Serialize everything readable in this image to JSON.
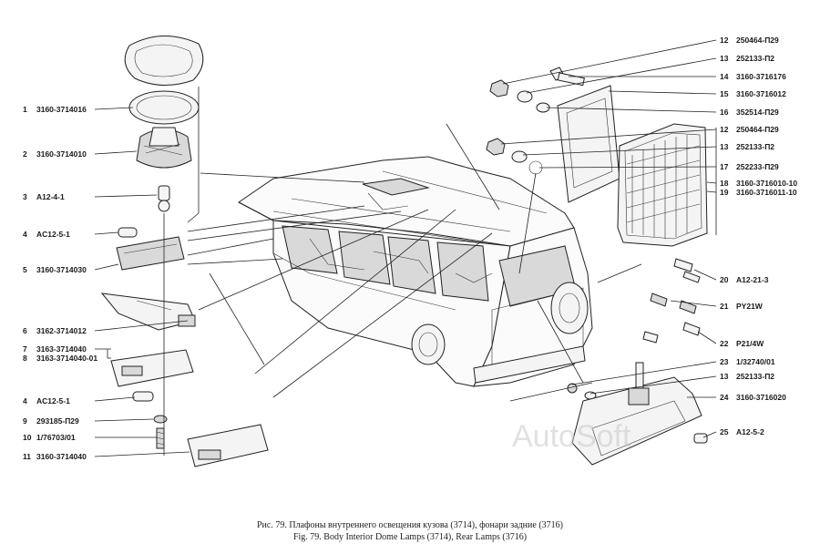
{
  "callouts_left": [
    {
      "num": "1",
      "code": "3160-3714016"
    },
    {
      "num": "2",
      "code": "3160-3714010"
    },
    {
      "num": "3",
      "code": "A12-4-1"
    },
    {
      "num": "4",
      "code": "AC12-5-1"
    },
    {
      "num": "5",
      "code": "3160-3714030"
    },
    {
      "num": "6",
      "code": "3162-3714012"
    },
    {
      "num": "7",
      "code": "3163-3714040"
    },
    {
      "num": "8",
      "code": "3163-3714040-01"
    },
    {
      "num": "4",
      "code": "AC12-5-1"
    },
    {
      "num": "9",
      "code": "293185-П29"
    },
    {
      "num": "10",
      "code": "1/76703/01"
    },
    {
      "num": "11",
      "code": "3160-3714040"
    }
  ],
  "callouts_right": [
    {
      "num": "12",
      "code": "250464-П29"
    },
    {
      "num": "13",
      "code": "252133-П2"
    },
    {
      "num": "14",
      "code": "3160-3716176"
    },
    {
      "num": "15",
      "code": "3160-3716012"
    },
    {
      "num": "16",
      "code": "352514-П29"
    },
    {
      "num": "12",
      "code": "250464-П29"
    },
    {
      "num": "13",
      "code": "252133-П2"
    },
    {
      "num": "17",
      "code": "252233-П29"
    },
    {
      "num": "18",
      "code": "3160-3716010-10"
    },
    {
      "num": "19",
      "code": "3160-3716011-10"
    },
    {
      "num": "20",
      "code": "A12-21-3"
    },
    {
      "num": "21",
      "code": "PY21W"
    },
    {
      "num": "22",
      "code": "P21/4W"
    },
    {
      "num": "23",
      "code": "1/32740/01"
    },
    {
      "num": "13",
      "code": "252133-П2"
    },
    {
      "num": "24",
      "code": "3160-3716020"
    },
    {
      "num": "25",
      "code": "A12-5-2"
    }
  ],
  "caption": {
    "ru": "Рис. 79. Плафоны внутреннего освещения кузова (3714), фонари задние (3716)",
    "en": "Fig. 79. Body Interior Dome Lamps (3714), Rear Lamps (3716)"
  },
  "watermark": "AutoSoft"
}
